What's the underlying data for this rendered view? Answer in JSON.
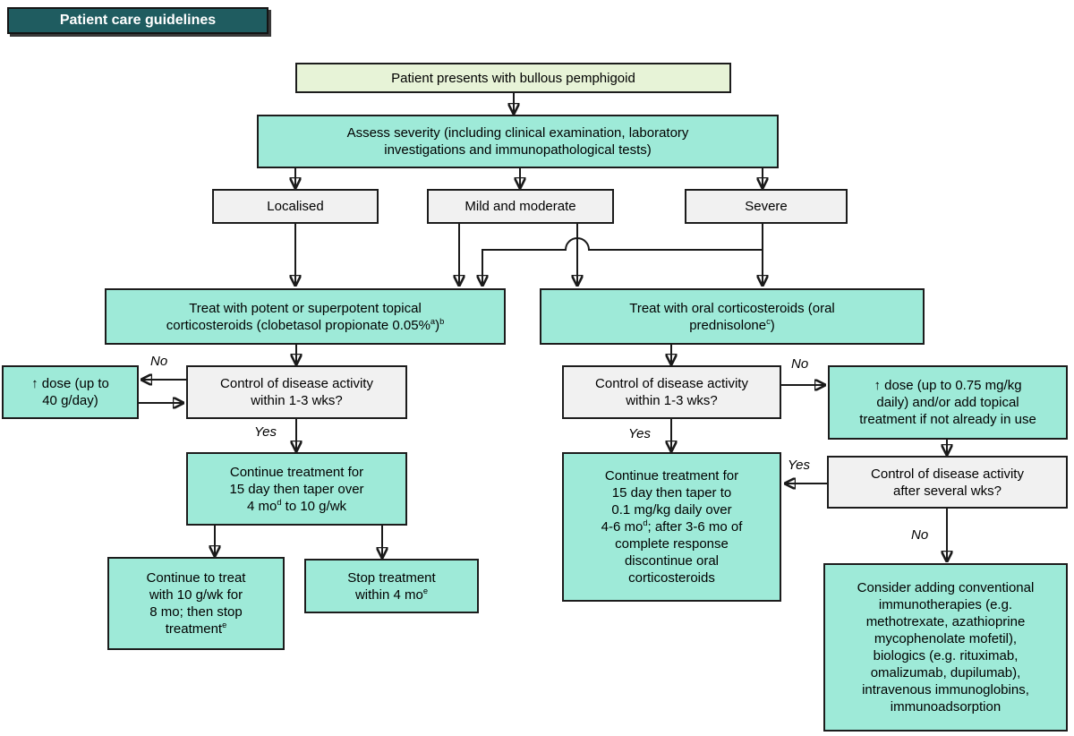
{
  "header": {
    "title": "Patient care guidelines"
  },
  "colors": {
    "header_bg": "#1f5c60",
    "box_teal": "#9eead8",
    "box_green": "#e7f3d7",
    "box_gray": "#f1f1f1",
    "line": "#1a1a1a"
  },
  "boxes": {
    "start": {
      "segments": [
        {
          "t": "Patient presents with bullous pemphigoid"
        }
      ]
    },
    "assess": {
      "segments": [
        {
          "t": "Assess severity (including clinical examination, laboratory"
        },
        {
          "br": true
        },
        {
          "t": "investigations and immunopathological tests)"
        }
      ]
    },
    "localised": {
      "segments": [
        {
          "t": "Localised"
        }
      ]
    },
    "mild": {
      "segments": [
        {
          "t": "Mild and moderate"
        }
      ]
    },
    "severe": {
      "segments": [
        {
          "t": "Severe"
        }
      ]
    },
    "topical": {
      "segments": [
        {
          "t": "Treat with potent or superpotent topical"
        },
        {
          "br": true
        },
        {
          "t": "corticosteroids (clobetasol propionate 0.05%"
        },
        {
          "sup": "a"
        },
        {
          "t": ")"
        },
        {
          "sup": "b"
        }
      ]
    },
    "oral": {
      "segments": [
        {
          "t": "Treat with oral corticosteroids (oral"
        },
        {
          "br": true
        },
        {
          "t": "prednisolone"
        },
        {
          "sup": "c"
        },
        {
          "t": ")"
        }
      ]
    },
    "control_left": {
      "segments": [
        {
          "t": "Control of disease activity"
        },
        {
          "br": true
        },
        {
          "t": "within 1-3 wks?"
        }
      ]
    },
    "dose_left": {
      "segments": [
        {
          "t": "↑ dose (up to"
        },
        {
          "br": true
        },
        {
          "t": "40 g/day)"
        }
      ]
    },
    "taper_left": {
      "segments": [
        {
          "t": "Continue treatment for"
        },
        {
          "br": true
        },
        {
          "t": "15 day then taper over"
        },
        {
          "br": true
        },
        {
          "t": "4 mo"
        },
        {
          "sup": "d"
        },
        {
          "t": " to 10 g/wk"
        }
      ]
    },
    "continue_10g": {
      "segments": [
        {
          "t": "Continue to treat"
        },
        {
          "br": true
        },
        {
          "t": "with 10 g/wk for"
        },
        {
          "br": true
        },
        {
          "t": "8 mo; then stop"
        },
        {
          "br": true
        },
        {
          "t": "treatment"
        },
        {
          "sup": "e"
        }
      ]
    },
    "stop_4mo": {
      "segments": [
        {
          "t": "Stop treatment"
        },
        {
          "br": true
        },
        {
          "t": "within 4 mo"
        },
        {
          "sup": "e"
        }
      ]
    },
    "control_right": {
      "segments": [
        {
          "t": "Control of disease activity"
        },
        {
          "br": true
        },
        {
          "t": "within 1-3 wks?"
        }
      ]
    },
    "dose_right": {
      "segments": [
        {
          "t": "↑ dose (up to 0.75 mg/kg"
        },
        {
          "br": true
        },
        {
          "t": "daily) and/or add topical"
        },
        {
          "br": true
        },
        {
          "t": "treatment if not already in use"
        }
      ]
    },
    "control_several": {
      "segments": [
        {
          "t": "Control of disease activity"
        },
        {
          "br": true
        },
        {
          "t": "after several wks?"
        }
      ]
    },
    "taper_right": {
      "segments": [
        {
          "t": "Continue treatment for"
        },
        {
          "br": true
        },
        {
          "t": "15 day then taper to"
        },
        {
          "br": true
        },
        {
          "t": "0.1 mg/kg daily over"
        },
        {
          "br": true
        },
        {
          "t": "4-6 mo"
        },
        {
          "sup": "d"
        },
        {
          "t": "; after 3-6 mo of"
        },
        {
          "br": true
        },
        {
          "t": "complete response"
        },
        {
          "br": true
        },
        {
          "t": "discontinue oral"
        },
        {
          "br": true
        },
        {
          "t": "corticosteroids"
        }
      ]
    },
    "consider": {
      "segments": [
        {
          "t": "Consider adding conventional"
        },
        {
          "br": true
        },
        {
          "t": "immunotherapies (e.g."
        },
        {
          "br": true
        },
        {
          "t": "methotrexate, azathioprine"
        },
        {
          "br": true
        },
        {
          "t": "mycophenolate mofetil),"
        },
        {
          "br": true
        },
        {
          "t": "biologics (e.g. rituximab,"
        },
        {
          "br": true
        },
        {
          "t": "omalizumab, dupilumab),"
        },
        {
          "br": true
        },
        {
          "t": "intravenous immunoglobins,"
        },
        {
          "br": true
        },
        {
          "t": "immunoadsorption"
        }
      ]
    }
  },
  "edge_labels": {
    "no_left": "No",
    "yes_left": "Yes",
    "no_right": "No",
    "yes_right": "Yes",
    "yes_several": "Yes",
    "no_several": "No"
  }
}
